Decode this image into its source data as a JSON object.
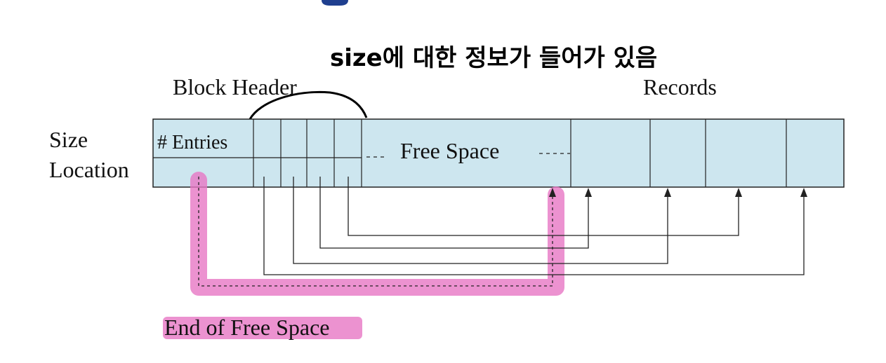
{
  "annotation_text": "size에 대한 정보가 들어가 있음",
  "labels": {
    "block_header": "Block Header",
    "records": "Records",
    "size": "Size",
    "location": "Location",
    "entries": "# Entries",
    "free_space": "Free Space",
    "end_of_free_space": "End of Free Space"
  },
  "colors": {
    "block_fill": "#cde6ef",
    "highlight": "#e777c4",
    "ink": "#111111",
    "top_badge": "#1f3f8f"
  }
}
